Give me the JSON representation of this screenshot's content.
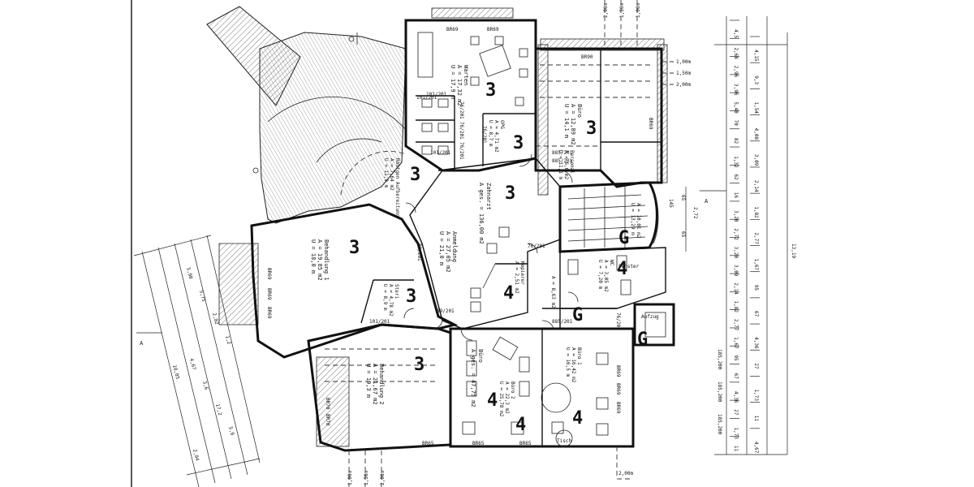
{
  "rooms": [
    {
      "id": "warten",
      "name": "Warten",
      "area": "A = 17,32 m2",
      "perimeter": "U = 17,9 m",
      "zone": "3"
    },
    {
      "id": "buero-top",
      "name": "Büro",
      "area": "A = 12,89 m2",
      "perimeter": "U = 14,1 m",
      "zone": "3"
    },
    {
      "id": "opg",
      "name": "OPG",
      "area": "A = 4,71 m2",
      "perimeter": "U = 8,7 m",
      "zone": "3"
    },
    {
      "id": "personal",
      "name": "Personal",
      "area": "A = 6,6 m2",
      "perimeter": "U = 11,1 m",
      "zone": ""
    },
    {
      "id": "roentgen",
      "name": "Röntgen Aufbereitung",
      "area": "A = 7,64 m2",
      "perimeter": "U = 11,9 m",
      "zone": "3"
    },
    {
      "id": "zahnarzt",
      "name": "Zahnarzt",
      "area": "A ges. = 136,00 m2",
      "perimeter": "",
      "zone": "3"
    },
    {
      "id": "anmeldung",
      "name": "Anmeldung",
      "area": "A = 27,05 m2",
      "perimeter": "U = 21,0 m",
      "zone": ""
    },
    {
      "id": "behandlung1",
      "name": "Behandlung 1",
      "area": "A = 19,85 m2",
      "perimeter": "U = 18,0 m",
      "zone": "3"
    },
    {
      "id": "steri",
      "name": "Steri",
      "area": "A = 4,78 m2",
      "perimeter": "U = 8,9 m",
      "zone": "3"
    },
    {
      "id": "behandlung2",
      "name": "Behandlung 2",
      "area": "A = 21,67 m2",
      "perimeter": "U = 19,3 m",
      "zone": "3"
    },
    {
      "id": "kopierer",
      "name": "Kopierer",
      "area": "A = 2,51 m2",
      "perimeter": "",
      "zone": "4"
    },
    {
      "id": "treppe",
      "name": "",
      "area": "A = 10,01 m2",
      "perimeter": "U = 13,29 m",
      "zone": "G"
    },
    {
      "id": "wc",
      "name": "WC",
      "area": "A = 3,05 m2",
      "perimeter": "U = 7,20 m",
      "zone": "4"
    },
    {
      "id": "flur",
      "name": "",
      "area": "A = 8,63 m2",
      "perimeter": "",
      "zone": "G"
    },
    {
      "id": "buero-ges",
      "name": "Büro",
      "area": "A ges. = 47,75 m2",
      "perimeter": "",
      "zone": "4"
    },
    {
      "id": "buero2",
      "name": "Büro 2",
      "area": "A = 22,3 m2",
      "perimeter": "U = 25,78 m2",
      "zone": "4"
    },
    {
      "id": "buero1",
      "name": "Büro 1",
      "area": "A = 16,42 m2",
      "perimeter": "U = 16,5 m",
      "zone": "4"
    },
    {
      "id": "aufzug",
      "name": "Aufzug",
      "area": "",
      "perimeter": "",
      "zone": "G"
    }
  ],
  "door_labels": [
    "101/201",
    "76/201",
    "76/201",
    "76/201",
    "76/201",
    "101/201",
    "885/201",
    "885/201",
    "89/201",
    "89/201",
    "101/201",
    "885/201",
    "76/201",
    "76/201",
    "101/201"
  ],
  "window_labels": [
    "BR69",
    "BR69",
    "BR90",
    "BR65",
    "BR65",
    "BR65",
    "BR70",
    "BR70",
    "BR69",
    "BR69",
    "BR69",
    "BR69",
    "BR69",
    "BR69",
    "BR69"
  ],
  "level_labels": {
    "top": [
      "2,00m",
      "1,50m",
      "1,00m"
    ],
    "right": [
      "1,00m",
      "1,50m",
      "2,00m"
    ],
    "bottom": [
      "1,00m",
      "1,50m",
      "2,00m"
    ],
    "bottom_right": "2,00m"
  },
  "dims_right_a": [
    "4,5",
    "2,68",
    "2,96",
    "3,96",
    "5,40",
    "70",
    "82",
    "1,32",
    "62",
    "16",
    "3,20",
    "2,72",
    "3,20",
    "3,09",
    "2,14",
    "1,82",
    "2,77",
    "1,67",
    "95",
    "67",
    "4,36",
    "27",
    "1,73",
    "11"
  ],
  "dims_right_b": [
    "4,15",
    "9,3",
    "1,54",
    "4,08",
    "3,09",
    "2,14",
    "1,82",
    "2,77",
    "1,67",
    "95",
    "67",
    "4,36",
    "27",
    "1,73",
    "11",
    "4,67"
  ],
  "dims_right_total": "13,19",
  "dims_right_c": [
    "185,200",
    "185,200",
    "185,200"
  ],
  "dims_left": [
    "5,98",
    "5,75",
    "2,02",
    "1,2",
    "4,67",
    "3,6",
    "17,2",
    "5,9",
    "2,04"
  ],
  "dims_left_total": "10,05",
  "dims_stair": [
    "65",
    "2,72",
    "65",
    "145"
  ],
  "stair_symbol": "Fenster",
  "misc_labels": {
    "tisch": "Tisch",
    "section_top": "A",
    "section_left": "A"
  }
}
